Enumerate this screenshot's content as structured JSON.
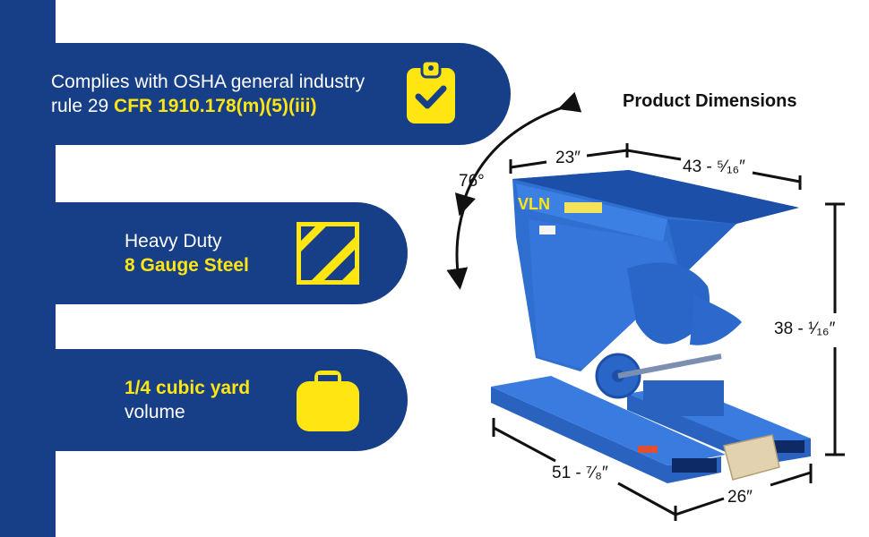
{
  "features": [
    {
      "line1": "Complies with OSHA general industry",
      "line2_plain": "rule 29 ",
      "line2_highlight": "CFR 1910.178(m)(5)(iii)",
      "icon": "clipboard-check-icon"
    },
    {
      "line1": "Heavy Duty",
      "line2_highlight": "8 Gauge Steel",
      "icon": "hazard-stripes-icon"
    },
    {
      "line1_highlight": "1/4 cubic yard",
      "line2": "volume",
      "icon": "hopper-box-icon"
    }
  ],
  "dimensions": {
    "title": "Product Dimensions",
    "tilt_angle": "76°",
    "top_width": "23″",
    "top_length": "43 - ⁵⁄₁₆″",
    "height": "38 - ¹⁄₁₆″",
    "base_length": "51 - ⁷⁄₈″",
    "base_width": "26″"
  },
  "logo_text": "VLN",
  "colors": {
    "navy": "#173f87",
    "yellow": "#ffe511",
    "hopper_blue": "#2f6fd0"
  }
}
